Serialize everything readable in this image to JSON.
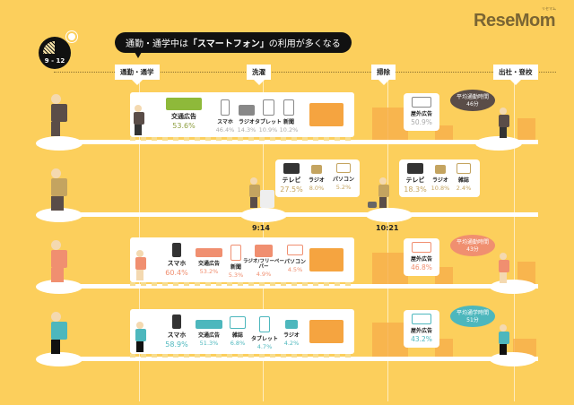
{
  "brand": {
    "logo": "ReseMom",
    "logo_sub": "リセマム"
  },
  "headline": {
    "prefix": "通勤・通学中は",
    "highlight": "「スマートフォン」",
    "suffix": "の利用が多くなる"
  },
  "clock": {
    "label": "9 - 12"
  },
  "timeline": {
    "stages": [
      "通勤・通学",
      "洗濯",
      "掃除",
      "出社・登校"
    ],
    "times": [
      "9:14",
      "10:21"
    ]
  },
  "colors": {
    "background": "#fccf5c",
    "businessman": "#8e9e3f",
    "housewife": "#c4a460",
    "office_lady": "#f08f70",
    "student": "#4db7bd"
  },
  "rows": [
    {
      "persona": "businessman",
      "train_items": [
        {
          "name": "交通広告",
          "pct": "53.6%",
          "icon": "transit-ad-icon"
        },
        {
          "name": "スマホ",
          "pct": "46.4%",
          "icon": "smartphone-icon"
        },
        {
          "name": "ラジオ",
          "pct": "14.3%",
          "icon": "radio-icon"
        },
        {
          "name": "タブレット",
          "pct": "10.9%",
          "icon": "tablet-icon"
        },
        {
          "name": "新聞",
          "pct": "10.2%",
          "icon": "newspaper-icon"
        }
      ],
      "outdoor": {
        "name": "屋外広告",
        "pct": "50.9%"
      },
      "bubble": {
        "title": "平均通勤時間",
        "value": "46分"
      }
    },
    {
      "persona": "housewife",
      "laundry_items": [
        {
          "name": "テレビ",
          "pct": "27.5%",
          "icon": "tv-icon"
        },
        {
          "name": "ラジオ",
          "pct": "8.0%",
          "icon": "radio-icon"
        },
        {
          "name": "パソコン",
          "pct": "5.2%",
          "icon": "laptop-icon"
        }
      ],
      "cleaning_items": [
        {
          "name": "テレビ",
          "pct": "18.3%",
          "icon": "tv-icon"
        },
        {
          "name": "ラジオ",
          "pct": "10.8%",
          "icon": "radio-icon"
        },
        {
          "name": "雑誌",
          "pct": "2.4%",
          "icon": "magazine-icon"
        }
      ]
    },
    {
      "persona": "office-lady",
      "train_items": [
        {
          "name": "スマホ",
          "pct": "60.4%",
          "icon": "smartphone-icon"
        },
        {
          "name": "交通広告",
          "pct": "53.2%",
          "icon": "transit-ad-icon"
        },
        {
          "name": "新聞",
          "pct": "5.3%",
          "icon": "newspaper-icon"
        },
        {
          "name": "ラジオ/フリーペーパー",
          "pct": "4.9%",
          "icon": "radio-paper-icon"
        },
        {
          "name": "パソコン",
          "pct": "4.5%",
          "icon": "laptop-icon"
        }
      ],
      "outdoor": {
        "name": "屋外広告",
        "pct": "46.8%"
      },
      "bubble": {
        "title": "平均通勤時間",
        "value": "43分"
      }
    },
    {
      "persona": "student",
      "train_items": [
        {
          "name": "スマホ",
          "pct": "58.9%",
          "icon": "smartphone-icon"
        },
        {
          "name": "交通広告",
          "pct": "51.3%",
          "icon": "transit-ad-icon"
        },
        {
          "name": "雑誌",
          "pct": "6.8%",
          "icon": "magazine-icon"
        },
        {
          "name": "タブレット",
          "pct": "4.7%",
          "icon": "tablet-icon"
        },
        {
          "name": "ラジオ",
          "pct": "4.2%",
          "icon": "radio-icon"
        }
      ],
      "outdoor": {
        "name": "屋外広告",
        "pct": "43.2%"
      },
      "bubble": {
        "title": "平均通学時間",
        "value": "51分"
      }
    }
  ]
}
